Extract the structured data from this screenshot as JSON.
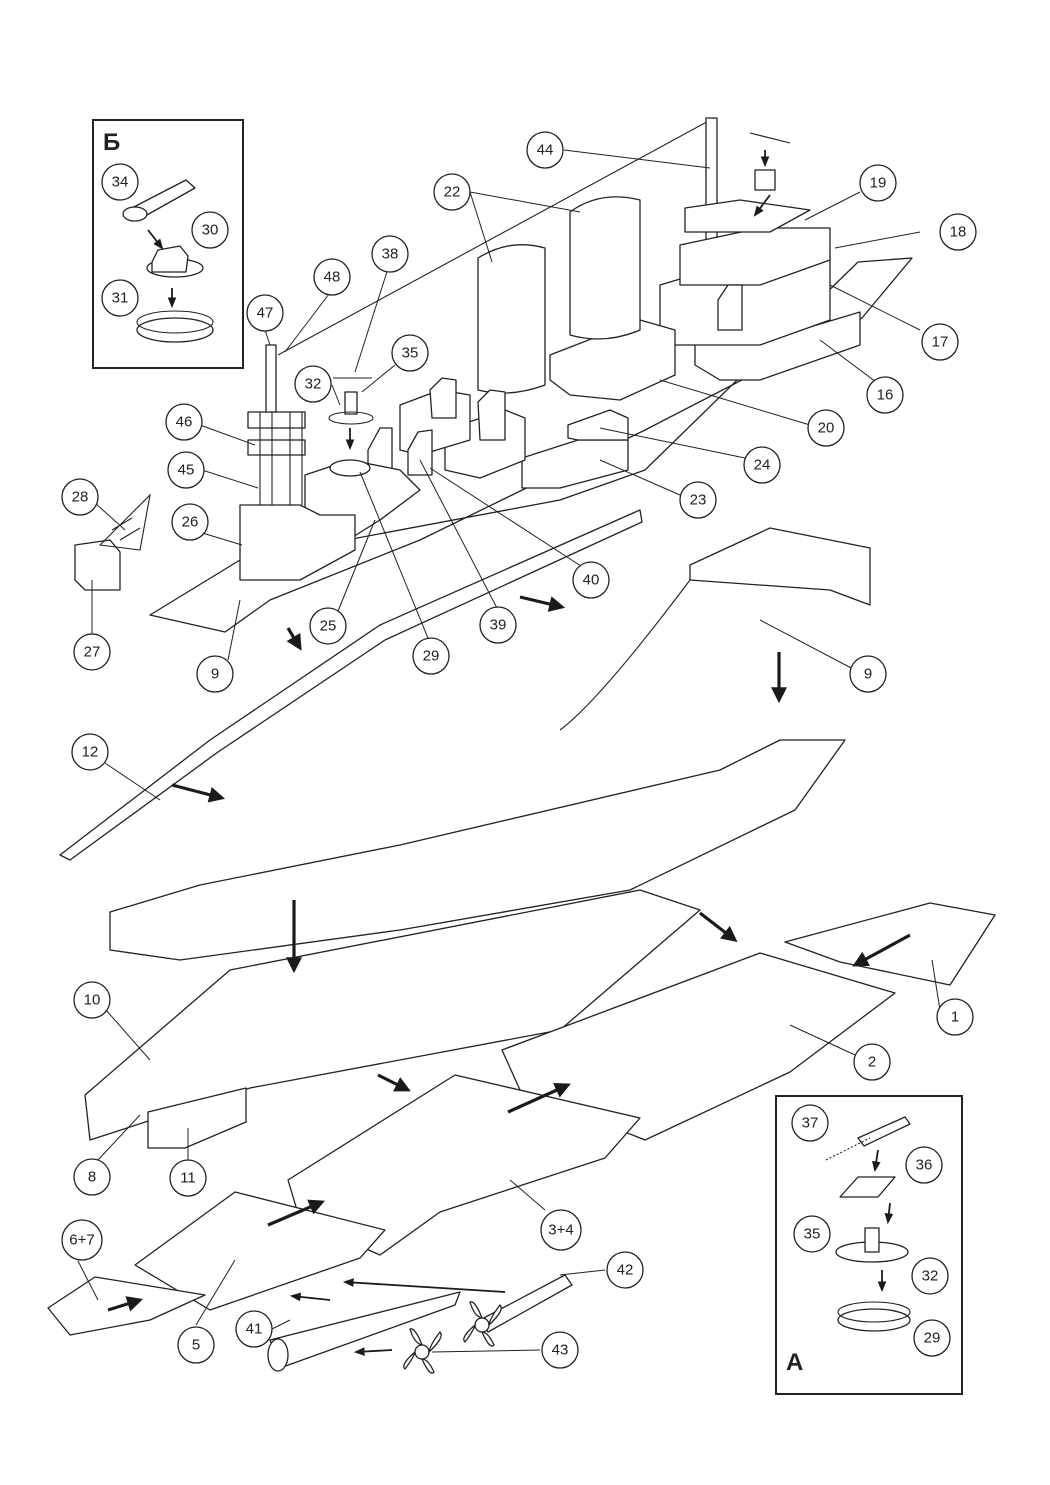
{
  "inset_a": {
    "label": "А",
    "parts": [
      "37",
      "36",
      "35",
      "32",
      "29"
    ]
  },
  "inset_b": {
    "label": "Б",
    "parts": [
      "34",
      "30",
      "31"
    ]
  },
  "callouts": [
    "1",
    "2",
    "3+4",
    "5",
    "6+7",
    "8",
    "9",
    "10",
    "11",
    "12",
    "16",
    "17",
    "18",
    "19",
    "20",
    "22",
    "23",
    "24",
    "25",
    "26",
    "27",
    "28",
    "29",
    "32",
    "35",
    "38",
    "39",
    "40",
    "41",
    "42",
    "43",
    "44",
    "45",
    "46",
    "47",
    "48"
  ],
  "callout_9b": "9",
  "callout_29b": "29",
  "callout_32b": "32",
  "callout_35b": "35"
}
